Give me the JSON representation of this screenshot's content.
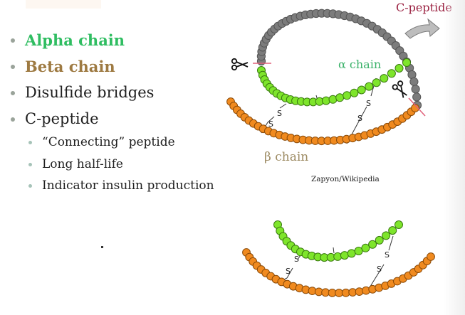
{
  "slide": {
    "bullets": [
      {
        "text": "Alpha chain",
        "style": "alpha"
      },
      {
        "text": "Beta chain",
        "style": "beta"
      },
      {
        "text": "Disulfide bridges",
        "style": "normal"
      },
      {
        "text": "C-peptide",
        "style": "normal"
      }
    ],
    "sub_bullets": [
      {
        "text": "“Connecting” peptide"
      },
      {
        "text": "Long half-life"
      },
      {
        "text": "Indicator insulin production"
      }
    ]
  },
  "diagram": {
    "c_peptide_label": "C-peptide",
    "alpha_label": "α chain",
    "beta_label": "β chain",
    "credit": "Zapyon/Wikipedia",
    "bond_label": "S",
    "icons": [
      "scissors-icon",
      "scissors-icon",
      "curved-arrow-icon"
    ],
    "colors": {
      "alpha": "#7ee52b",
      "beta": "#f08a1f",
      "c_peptide": "#7c7c7c",
      "cut_line": "#e0607a",
      "alpha_text": "#3bb26a",
      "beta_text": "#9c8a62",
      "c_peptide_text": "#9a2040"
    }
  }
}
